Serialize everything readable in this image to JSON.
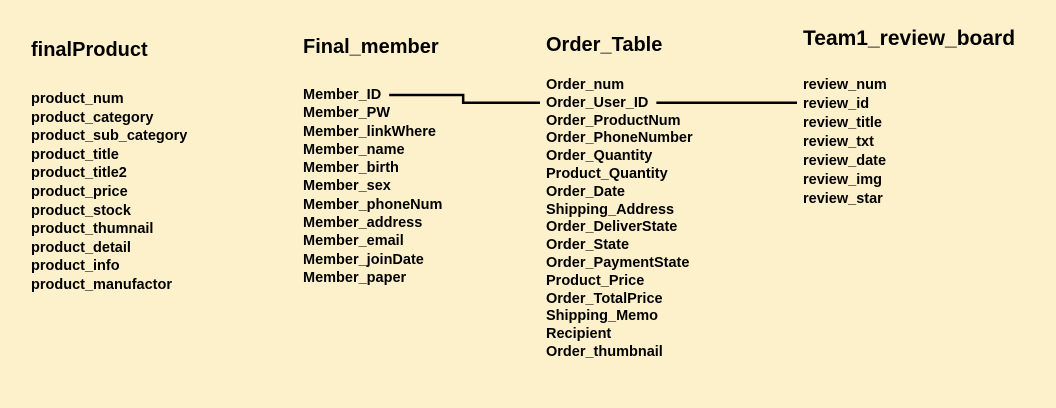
{
  "tables": {
    "product": {
      "title": "finalProduct",
      "fields": [
        "product_num",
        "product_category",
        "product_sub_category",
        "product_title",
        "product_title2",
        "product_price",
        "product_stock",
        "product_thumnail",
        "product_detail",
        "product_info",
        "product_manufactor"
      ]
    },
    "member": {
      "title": "Final_member",
      "fields": [
        "Member_ID",
        "Member_PW",
        "Member_linkWhere",
        "Member_name",
        "Member_birth",
        "Member_sex",
        "Member_phoneNum",
        "Member_address",
        "Member_email",
        "Member_joinDate",
        "Member_paper"
      ]
    },
    "order": {
      "title": "Order_Table",
      "fields": [
        "Order_num",
        "Order_User_ID",
        "Order_ProductNum",
        "Order_PhoneNumber",
        "Order_Quantity",
        "Product_Quantity",
        "Order_Date",
        "Shipping_Address",
        "Order_DeliverState",
        "Order_State",
        "Order_PaymentState",
        "Product_Price",
        "Order_TotalPrice",
        "Shipping_Memo",
        "Recipient",
        "Order_thumbnail"
      ]
    },
    "review": {
      "title": "Team1_review_board",
      "fields": [
        "review_num",
        "review_id",
        "review_title",
        "review_txt",
        "review_date",
        "review_img",
        "review_star"
      ]
    }
  },
  "relations": [
    {
      "from_table": "member",
      "from_field": "Member_ID",
      "to_table": "order",
      "to_field": "Order_User_ID"
    },
    {
      "from_table": "order",
      "from_field": "Order_User_ID",
      "to_table": "review",
      "to_field": "review_id"
    }
  ]
}
